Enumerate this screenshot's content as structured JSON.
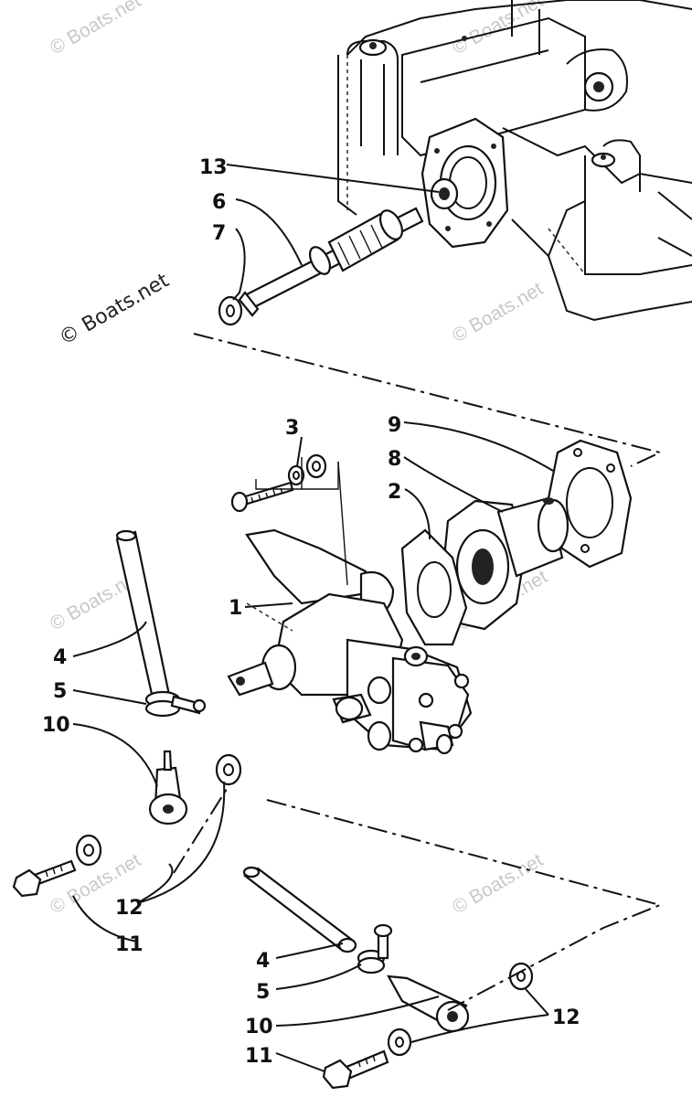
{
  "watermark": "© Boats.net",
  "callouts": {
    "c13": "13",
    "c6": "6",
    "c7": "7",
    "c3": "3",
    "c9": "9",
    "c8": "8",
    "c2": "2",
    "c1": "1",
    "c4a": "4",
    "c5a": "5",
    "c10a": "10",
    "c12a": "12",
    "c11a": "11",
    "c4b": "4",
    "c5b": "5",
    "c10b": "10",
    "c12b": "12",
    "c11b": "11"
  }
}
